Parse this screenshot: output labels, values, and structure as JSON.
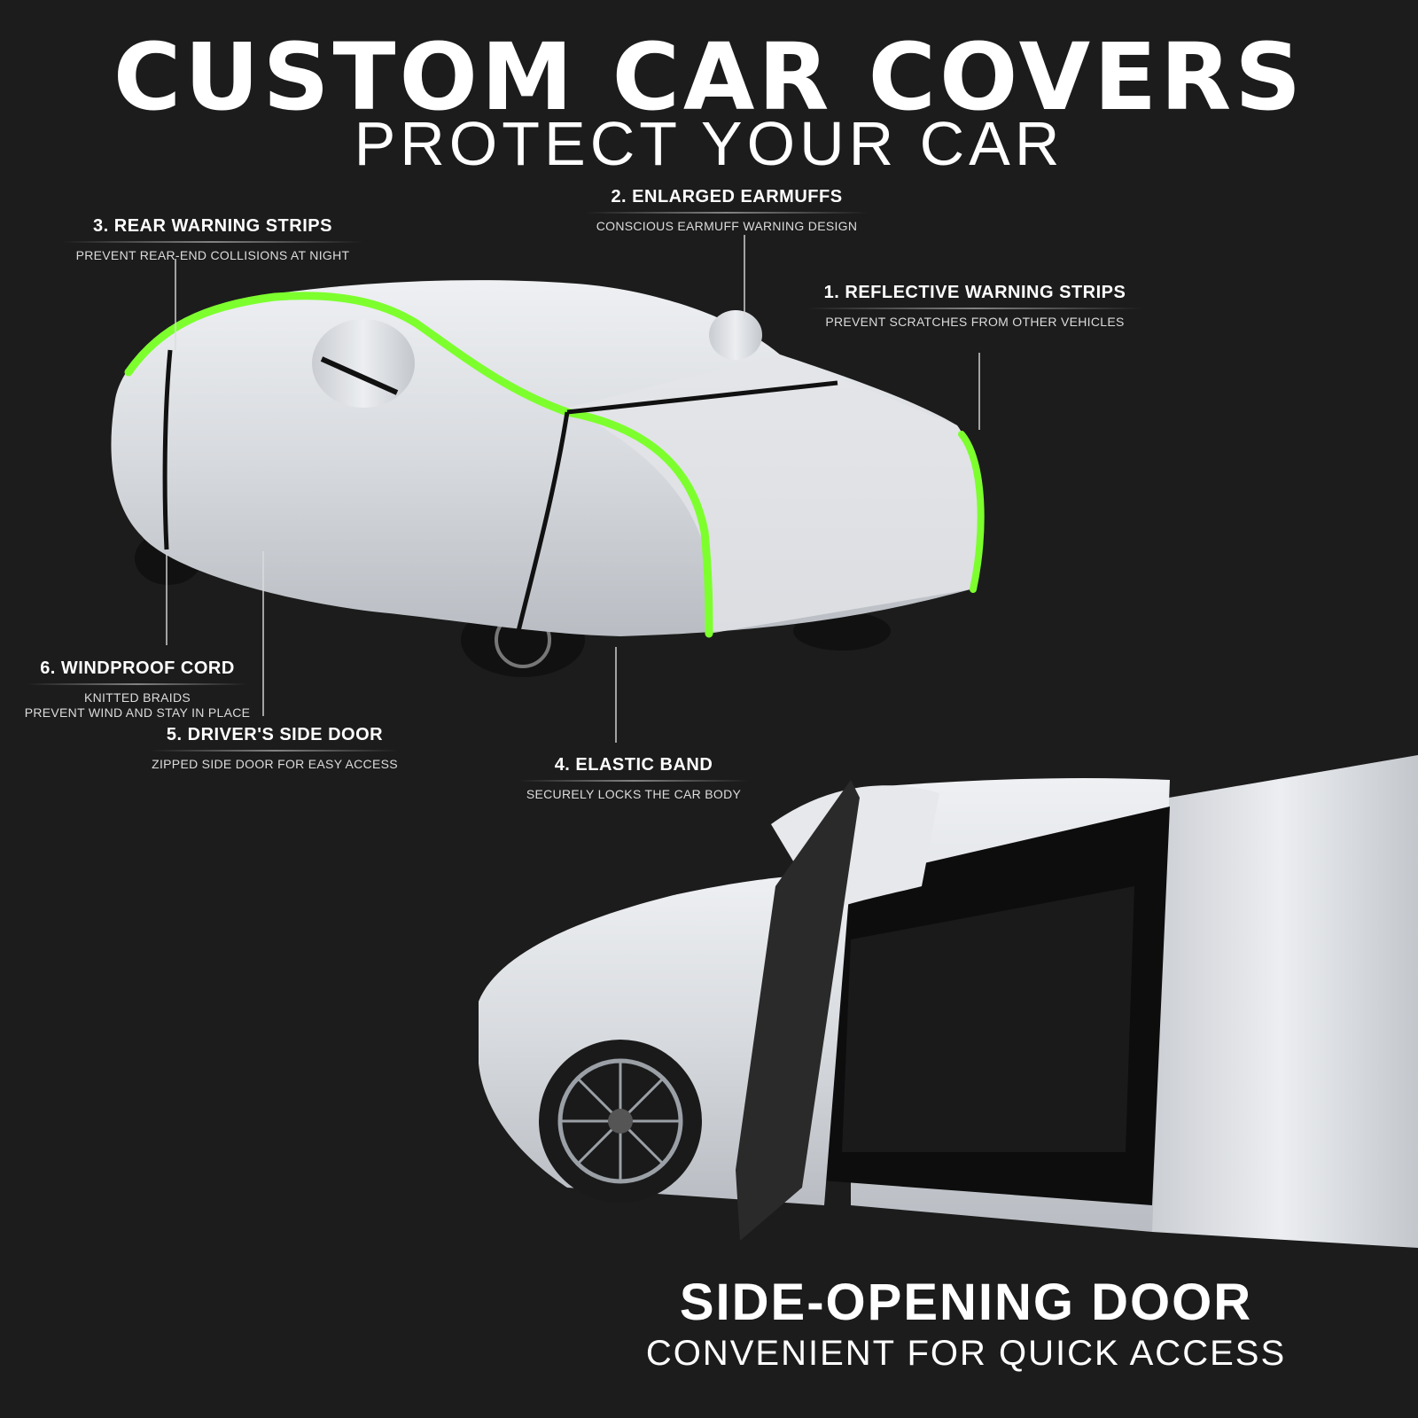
{
  "header": {
    "title": "CUSTOM CAR COVERS",
    "subtitle": "PROTECT YOUR CAR"
  },
  "callouts": [
    {
      "heading": "1. REFLECTIVE WARNING STRIPS",
      "description": "PREVENT SCRATCHES FROM OTHER VEHICLES"
    },
    {
      "heading": "2. ENLARGED EARMUFFS",
      "description": "CONSCIOUS EARMUFF WARNING DESIGN"
    },
    {
      "heading": "3. REAR WARNING STRIPS",
      "description": "PREVENT REAR-END COLLISIONS AT NIGHT"
    },
    {
      "heading": "4. ELASTIC BAND",
      "description": "SECURELY LOCKS THE CAR BODY"
    },
    {
      "heading": "5. DRIVER'S SIDE DOOR",
      "description": "ZIPPED SIDE DOOR FOR EASY ACCESS"
    },
    {
      "heading": "6. WINDPROOF CORD",
      "description_line1": "KNITTED BRAIDS",
      "description_line2": "PREVENT WIND AND STAY IN PLACE"
    }
  ],
  "footer": {
    "title": "SIDE-OPENING DOOR",
    "subtitle": "CONVENIENT FOR QUICK ACCESS"
  },
  "colors": {
    "background": "#1c1c1c",
    "reflective_strip": "#7dff2e",
    "cover_silver": "#d8dbdf",
    "text": "#ffffff"
  }
}
